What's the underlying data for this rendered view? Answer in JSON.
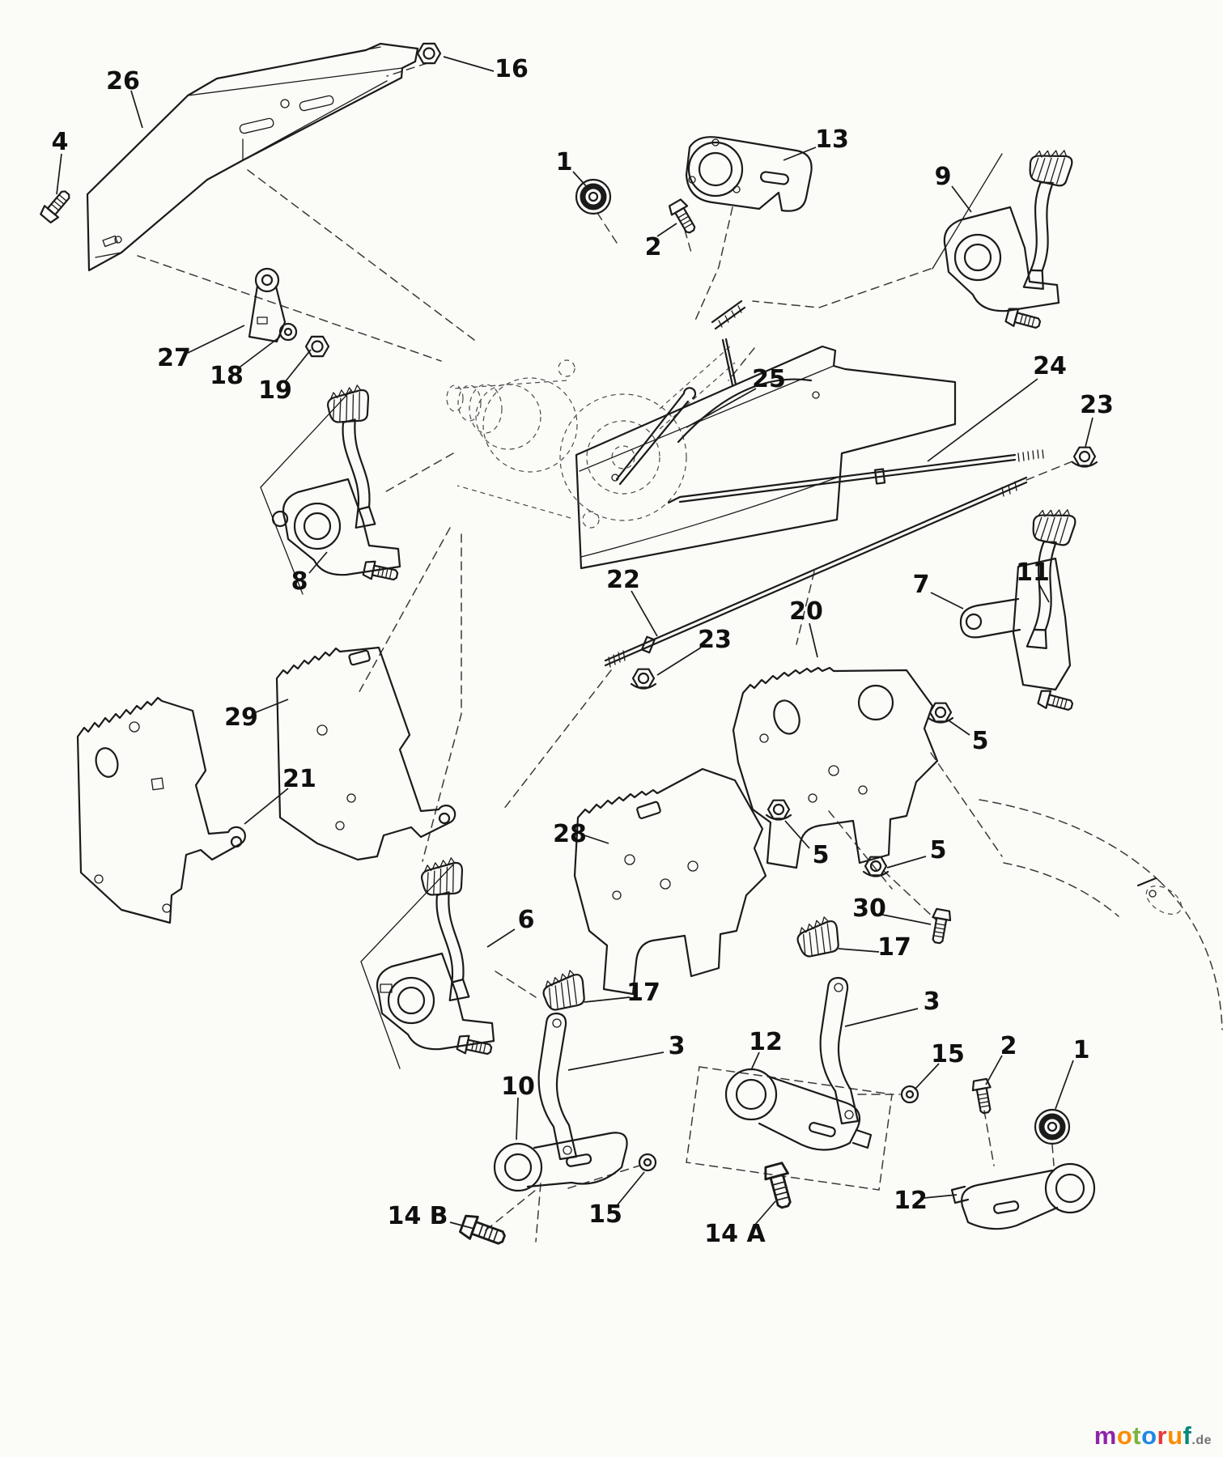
{
  "page": {
    "background": "#fbfbf8",
    "line_color": "#1b1b1b"
  },
  "diagram": {
    "type": "exploded-parts-diagram",
    "callouts": [
      {
        "label": "26"
      },
      {
        "label": "4"
      },
      {
        "label": "16"
      },
      {
        "label": "1"
      },
      {
        "label": "13"
      },
      {
        "label": "2"
      },
      {
        "label": "9"
      },
      {
        "label": "27"
      },
      {
        "label": "18"
      },
      {
        "label": "19"
      },
      {
        "label": "25"
      },
      {
        "label": "24"
      },
      {
        "label": "23"
      },
      {
        "label": "8"
      },
      {
        "label": "22"
      },
      {
        "label": "23"
      },
      {
        "label": "20"
      },
      {
        "label": "7"
      },
      {
        "label": "11"
      },
      {
        "label": "5"
      },
      {
        "label": "29"
      },
      {
        "label": "21"
      },
      {
        "label": "28"
      },
      {
        "label": "5"
      },
      {
        "label": "5"
      },
      {
        "label": "30"
      },
      {
        "label": "6"
      },
      {
        "label": "17"
      },
      {
        "label": "17"
      },
      {
        "label": "3"
      },
      {
        "label": "3"
      },
      {
        "label": "12"
      },
      {
        "label": "10"
      },
      {
        "label": "15"
      },
      {
        "label": "2"
      },
      {
        "label": "1"
      },
      {
        "label": "14 B"
      },
      {
        "label": "15"
      },
      {
        "label": "14 A"
      },
      {
        "label": "12"
      }
    ]
  },
  "logo": {
    "letters": [
      {
        "char": "m",
        "color": "#8e24aa"
      },
      {
        "char": "o",
        "color": "#fb8c00"
      },
      {
        "char": "t",
        "color": "#7cb342"
      },
      {
        "char": "o",
        "color": "#1e88e5"
      },
      {
        "char": "r",
        "color": "#e53935"
      },
      {
        "char": "u",
        "color": "#fb8c00"
      },
      {
        "char": "f",
        "color": "#00897b"
      }
    ],
    "suffix": ".de",
    "suffix_color": "#757575"
  }
}
